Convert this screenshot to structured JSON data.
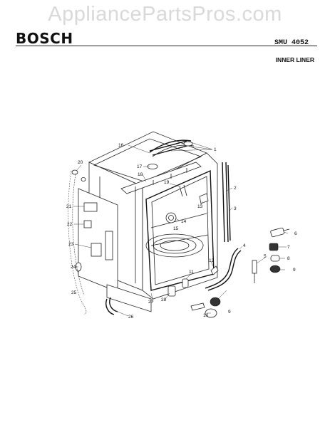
{
  "watermark": "AppliancePartsPros.com",
  "brand": "BOSCH",
  "model": "SMU 4052",
  "section": "INNER LINER",
  "callouts": [
    "1",
    "2",
    "3",
    "4",
    "5",
    "6",
    "7",
    "8",
    "9",
    "10",
    "11",
    "12",
    "13",
    "14",
    "15",
    "16",
    "17",
    "18",
    "19",
    "20",
    "21",
    "22",
    "23",
    "24",
    "25",
    "26",
    "27",
    "28"
  ]
}
